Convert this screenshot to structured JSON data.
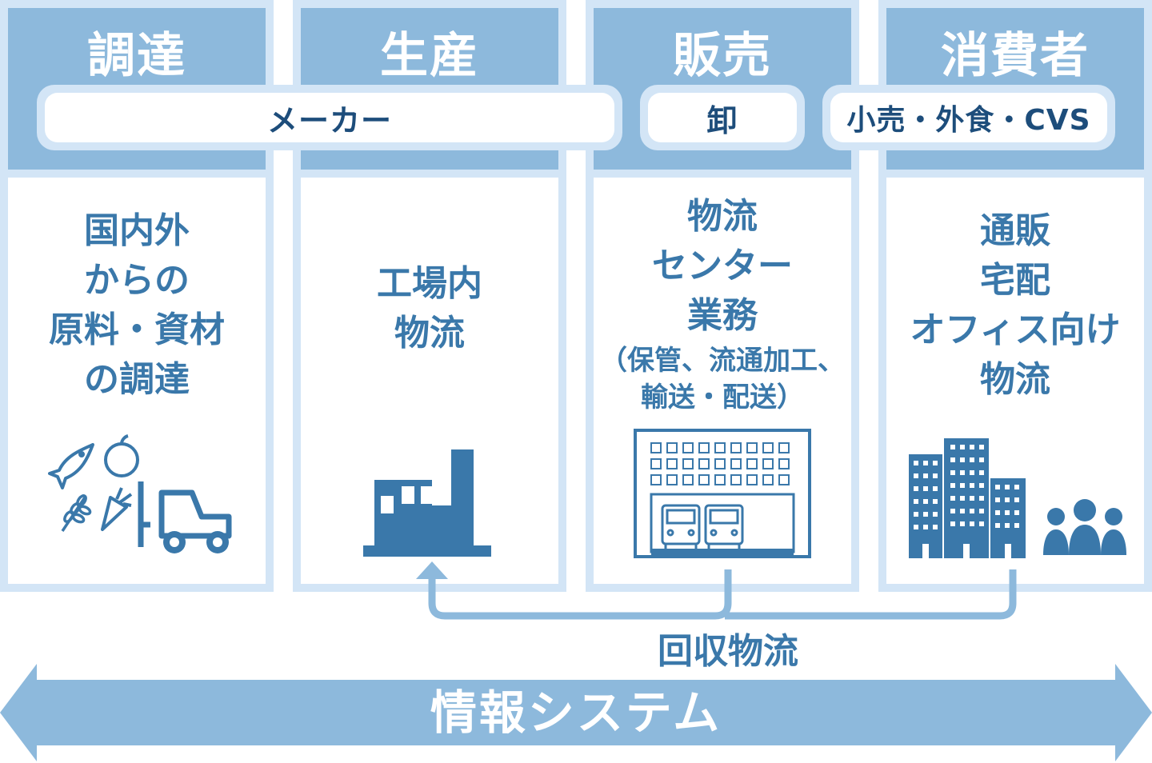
{
  "columns": [
    {
      "title": "調達",
      "body": [
        "国内外",
        "からの",
        "原料・資材",
        "の調達"
      ]
    },
    {
      "title": "生産",
      "body": [
        "工場内",
        "物流"
      ]
    },
    {
      "title": "販売",
      "body": [
        "物流",
        "センター",
        "業務"
      ],
      "body_small": [
        "（保管、流通加工、",
        "輸送・配送）"
      ]
    },
    {
      "title": "消費者",
      "body": [
        "通販",
        "宅配",
        "オフィス向け",
        "物流"
      ]
    }
  ],
  "actors": {
    "maker": "メーカー",
    "wholesale": "卸",
    "retail": "小売・外食・CVS"
  },
  "return_flow_label": "回収物流",
  "info_system_label": "情報システム",
  "icons": {
    "col1": [
      "fish-icon",
      "apple-icon",
      "wheat-icon",
      "carrot-icon",
      "forklift-icon"
    ],
    "col2": [
      "factory-icon"
    ],
    "col3": [
      "warehouse-trucks-icon"
    ],
    "col4": [
      "office-buildings-icon",
      "people-icon"
    ]
  },
  "colors": {
    "header": "#8db9dc",
    "frame": "#d3e5f6",
    "text": "#3a78aa",
    "pill_text": "#1d4d7b",
    "icon": "#3a78aa"
  }
}
